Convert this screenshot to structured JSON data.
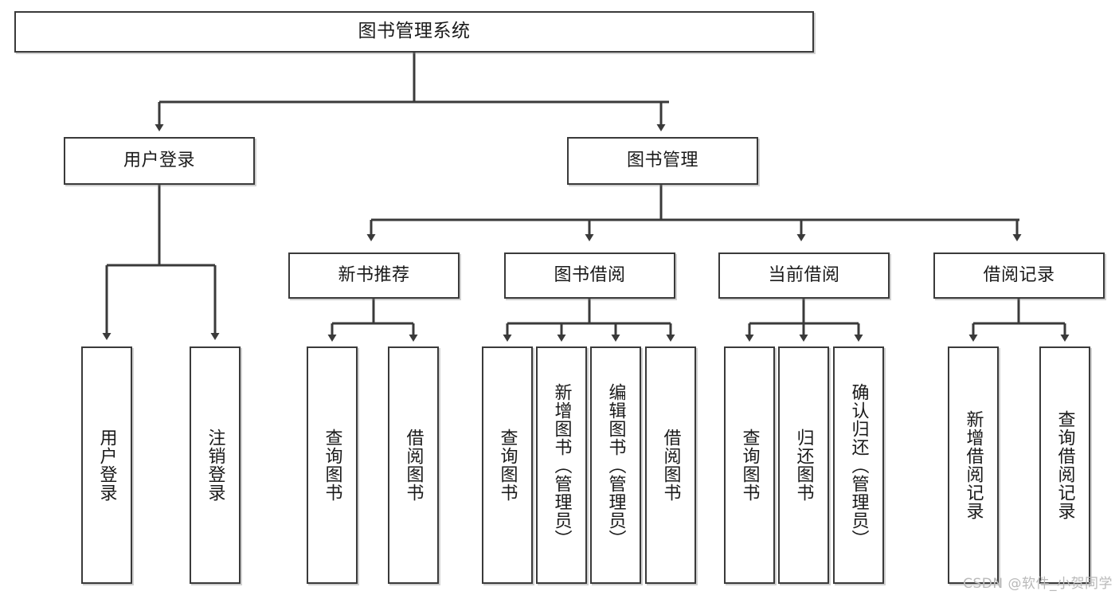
{
  "diagram": {
    "title": "图书管理系统",
    "type": "tree",
    "watermark": "CSDN @软件_小贺同学",
    "colors": {
      "stroke": "#3a3a3a",
      "fill": "#ffffff",
      "text": "#1a1a1a",
      "watermark": "#b9b9b9"
    },
    "nodes": {
      "root": {
        "label": "图书管理系统"
      },
      "level2": [
        {
          "label": "用户登录"
        },
        {
          "label": "图书管理"
        }
      ],
      "level3": [
        {
          "label": "新书推荐"
        },
        {
          "label": "图书借阅"
        },
        {
          "label": "当前借阅"
        },
        {
          "label": "借阅记录"
        }
      ],
      "leaves_user_login": [
        {
          "label": "用户登录"
        },
        {
          "label": "注销登录"
        }
      ],
      "leaves_new_book": [
        {
          "label": "查询图书"
        },
        {
          "label": "借阅图书"
        }
      ],
      "leaves_borrow": [
        {
          "label": "查询图书"
        },
        {
          "label": "新增图书（管理员）"
        },
        {
          "label": "编辑图书（管理员）"
        },
        {
          "label": "借阅图书"
        }
      ],
      "leaves_current": [
        {
          "label": "查询图书"
        },
        {
          "label": "归还图书"
        },
        {
          "label": "确认归还（管理员）"
        }
      ],
      "leaves_record": [
        {
          "label": "新增借阅记录"
        },
        {
          "label": "查询借阅记录"
        }
      ]
    }
  }
}
